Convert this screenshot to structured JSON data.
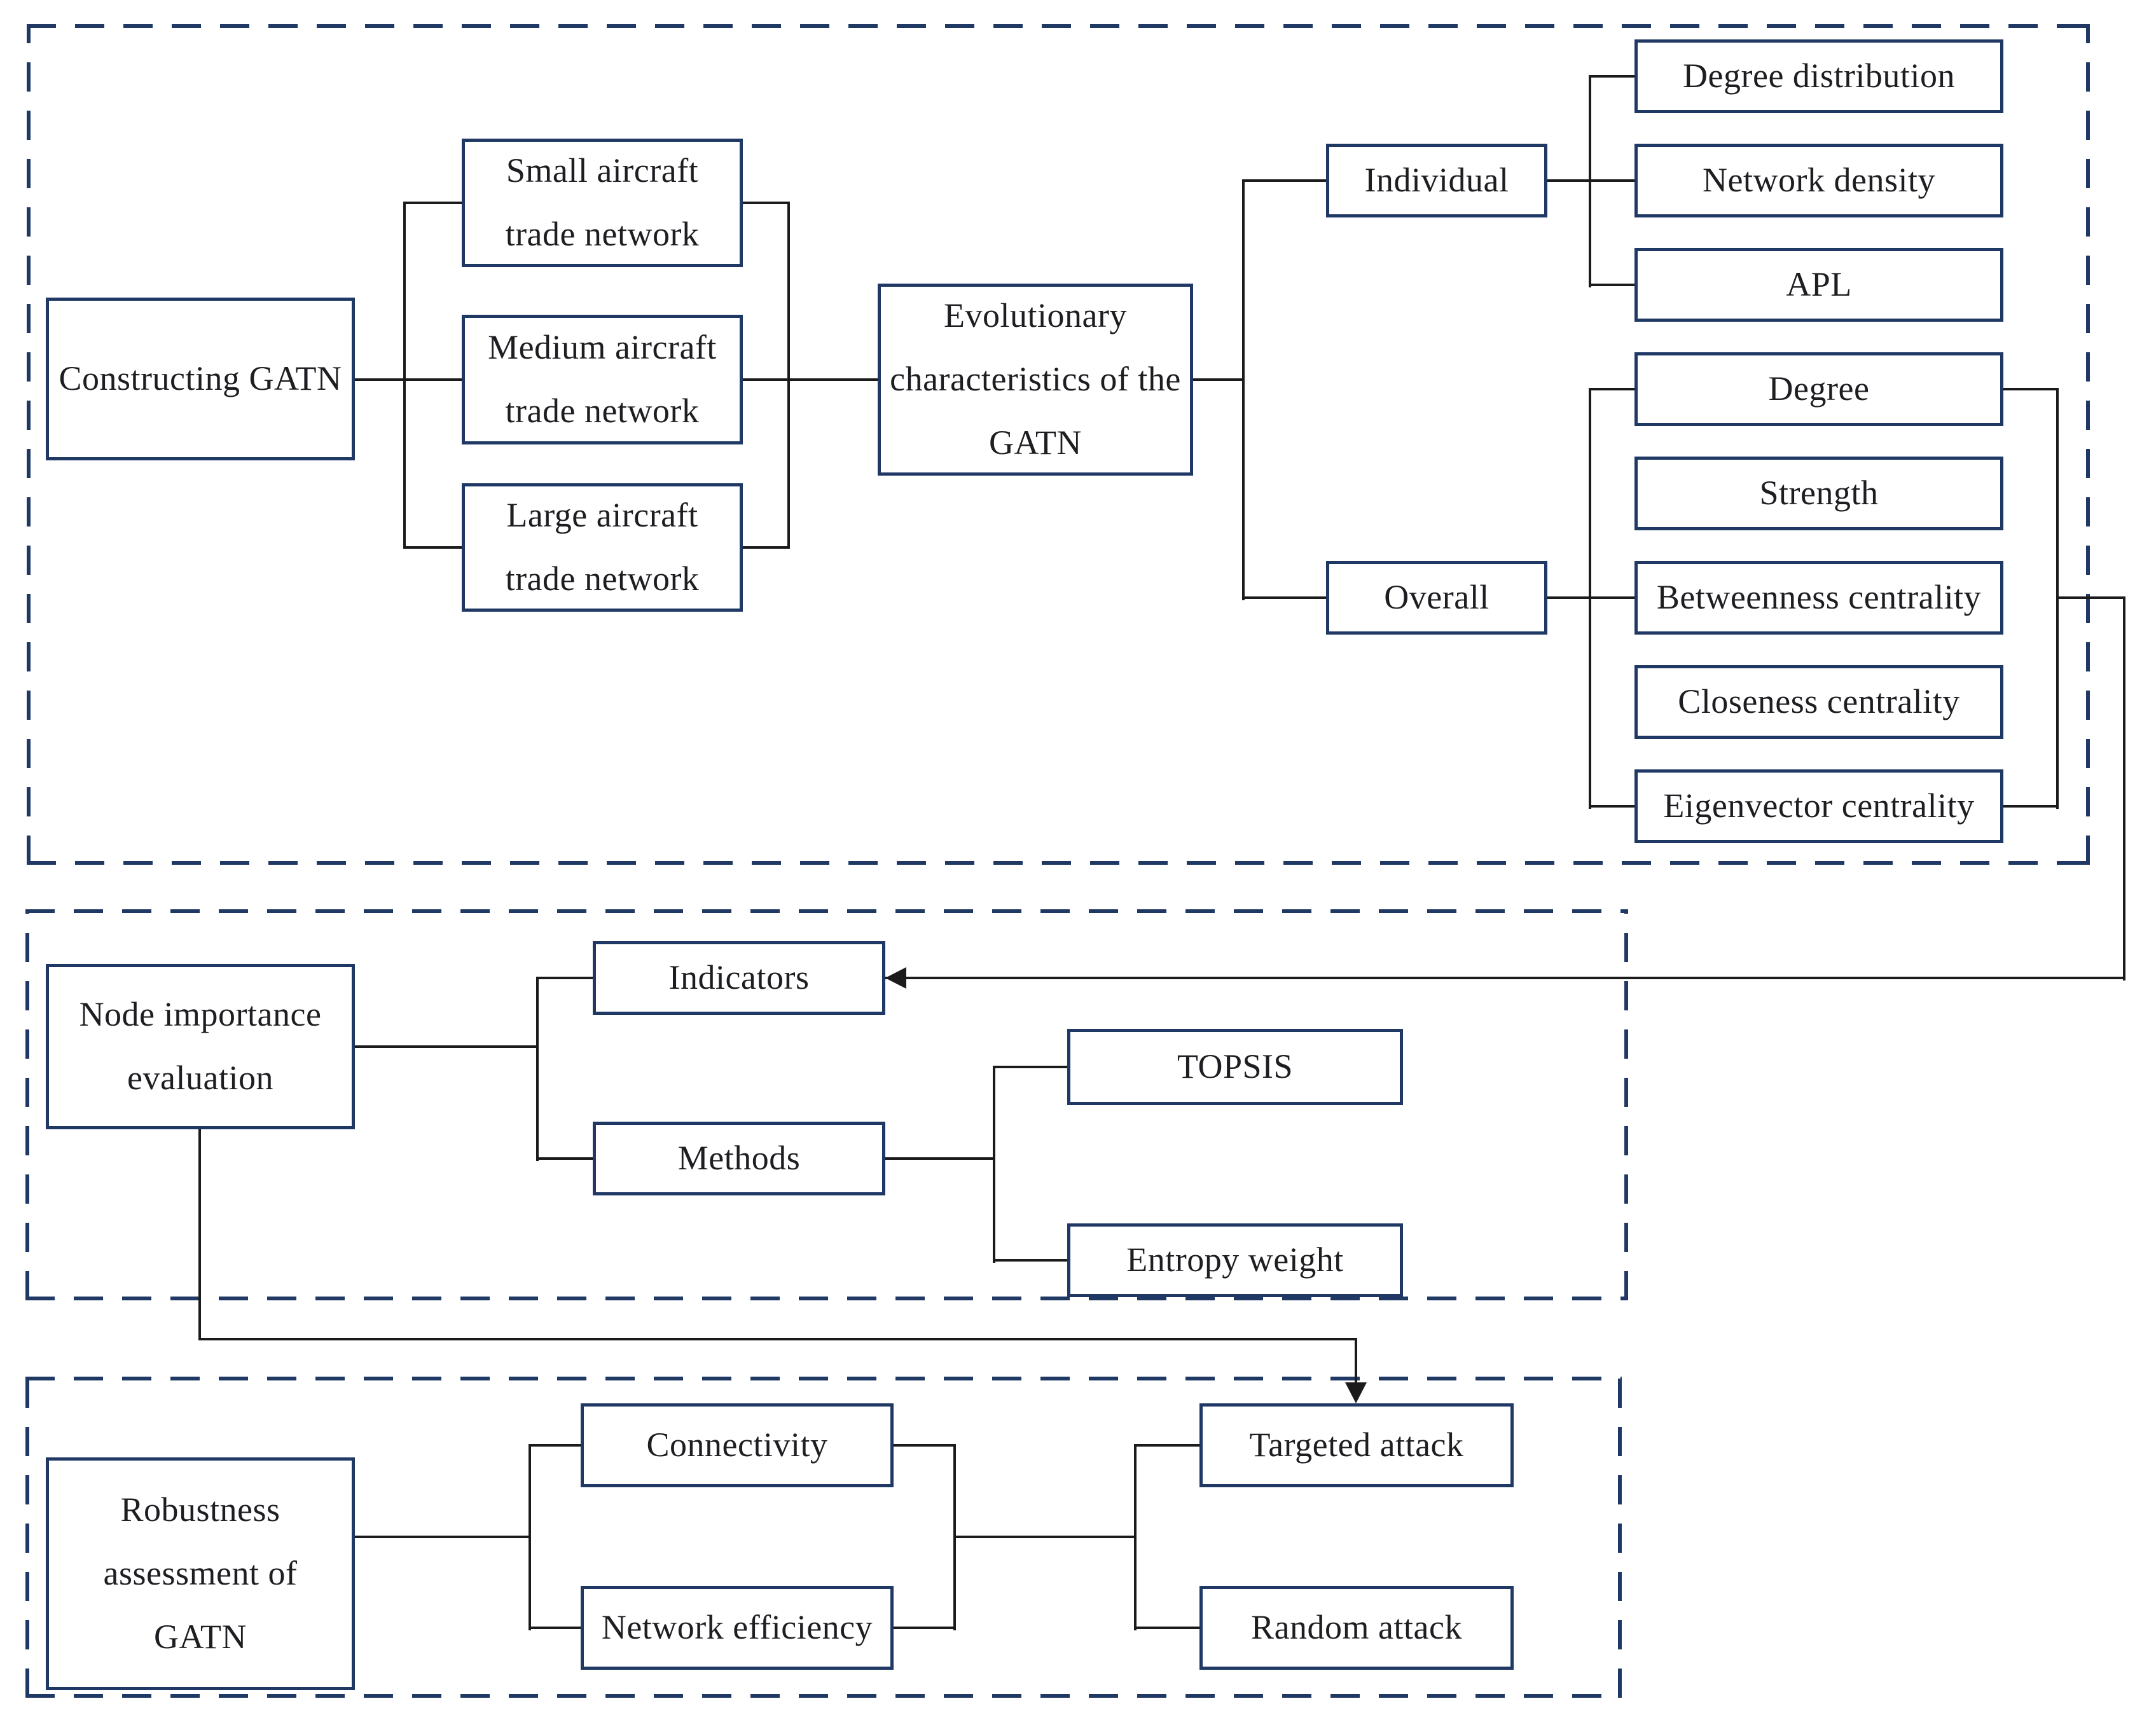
{
  "figure": {
    "type": "flowchart",
    "description": "Research framework of the global aircraft trade network (GATN) study",
    "background": "#ffffff"
  },
  "colors": {
    "box_border": "#1f3864",
    "section_dashed_border": "#1f3864",
    "connector_line": "#1b1b1b",
    "text": "#1e1e22"
  },
  "nodes": {
    "constructing_gatn": {
      "label": "Constructing GATN"
    },
    "small_network": {
      "label": "Small aircraft\ntrade network"
    },
    "medium_network": {
      "label": "Medium aircraft\ntrade network"
    },
    "large_network": {
      "label": "Large aircraft\ntrade network"
    },
    "evolutionary": {
      "label": "Evolutionary\ncharacteristics of the\nGATN"
    },
    "individual": {
      "label": "Individual"
    },
    "degree_distribution": {
      "label": "Degree distribution"
    },
    "network_density": {
      "label": "Network density"
    },
    "apl": {
      "label": "APL"
    },
    "overall": {
      "label": "Overall"
    },
    "degree": {
      "label": "Degree"
    },
    "strength": {
      "label": "Strength"
    },
    "betweenness_centrality": {
      "label": "Betweenness centrality"
    },
    "closeness_centrality": {
      "label": "Closeness centrality"
    },
    "eigenvector_centrality": {
      "label": "Eigenvector centrality"
    },
    "node_importance": {
      "label": "Node importance\nevaluation"
    },
    "indicators": {
      "label": "Indicators"
    },
    "methods": {
      "label": "Methods"
    },
    "topsis": {
      "label": "TOPSIS"
    },
    "entropy_weight": {
      "label": "Entropy weight"
    },
    "robustness": {
      "label": "Robustness\nassessment of\nGATN"
    },
    "connectivity": {
      "label": "Connectivity"
    },
    "network_efficiency": {
      "label": "Network efficiency"
    },
    "targeted_attack": {
      "label": "Targeted attack"
    },
    "random_attack": {
      "label": "Random attack"
    }
  },
  "edges": [
    {
      "from": "constructing_gatn",
      "to": "small_network"
    },
    {
      "from": "constructing_gatn",
      "to": "medium_network"
    },
    {
      "from": "constructing_gatn",
      "to": "large_network"
    },
    {
      "from": "small_network",
      "to": "evolutionary"
    },
    {
      "from": "medium_network",
      "to": "evolutionary"
    },
    {
      "from": "large_network",
      "to": "evolutionary"
    },
    {
      "from": "evolutionary",
      "to": "individual"
    },
    {
      "from": "evolutionary",
      "to": "overall"
    },
    {
      "from": "individual",
      "to": "degree_distribution"
    },
    {
      "from": "individual",
      "to": "network_density"
    },
    {
      "from": "individual",
      "to": "apl"
    },
    {
      "from": "overall",
      "to": "degree"
    },
    {
      "from": "overall",
      "to": "strength"
    },
    {
      "from": "overall",
      "to": "betweenness_centrality"
    },
    {
      "from": "overall",
      "to": "closeness_centrality"
    },
    {
      "from": "overall",
      "to": "eigenvector_centrality"
    },
    {
      "from": "overall_indicator_group",
      "to": "indicators",
      "arrow": true
    },
    {
      "from": "node_importance",
      "to": "indicators"
    },
    {
      "from": "node_importance",
      "to": "methods"
    },
    {
      "from": "methods",
      "to": "topsis"
    },
    {
      "from": "methods",
      "to": "entropy_weight"
    },
    {
      "from": "node_importance",
      "to": "targeted_attack",
      "arrow": true
    },
    {
      "from": "robustness",
      "to": "connectivity"
    },
    {
      "from": "robustness",
      "to": "network_efficiency"
    },
    {
      "from": "connectivity",
      "to": "targeted_attack"
    },
    {
      "from": "connectivity",
      "to": "random_attack"
    },
    {
      "from": "network_efficiency",
      "to": "targeted_attack"
    },
    {
      "from": "network_efficiency",
      "to": "random_attack"
    }
  ]
}
